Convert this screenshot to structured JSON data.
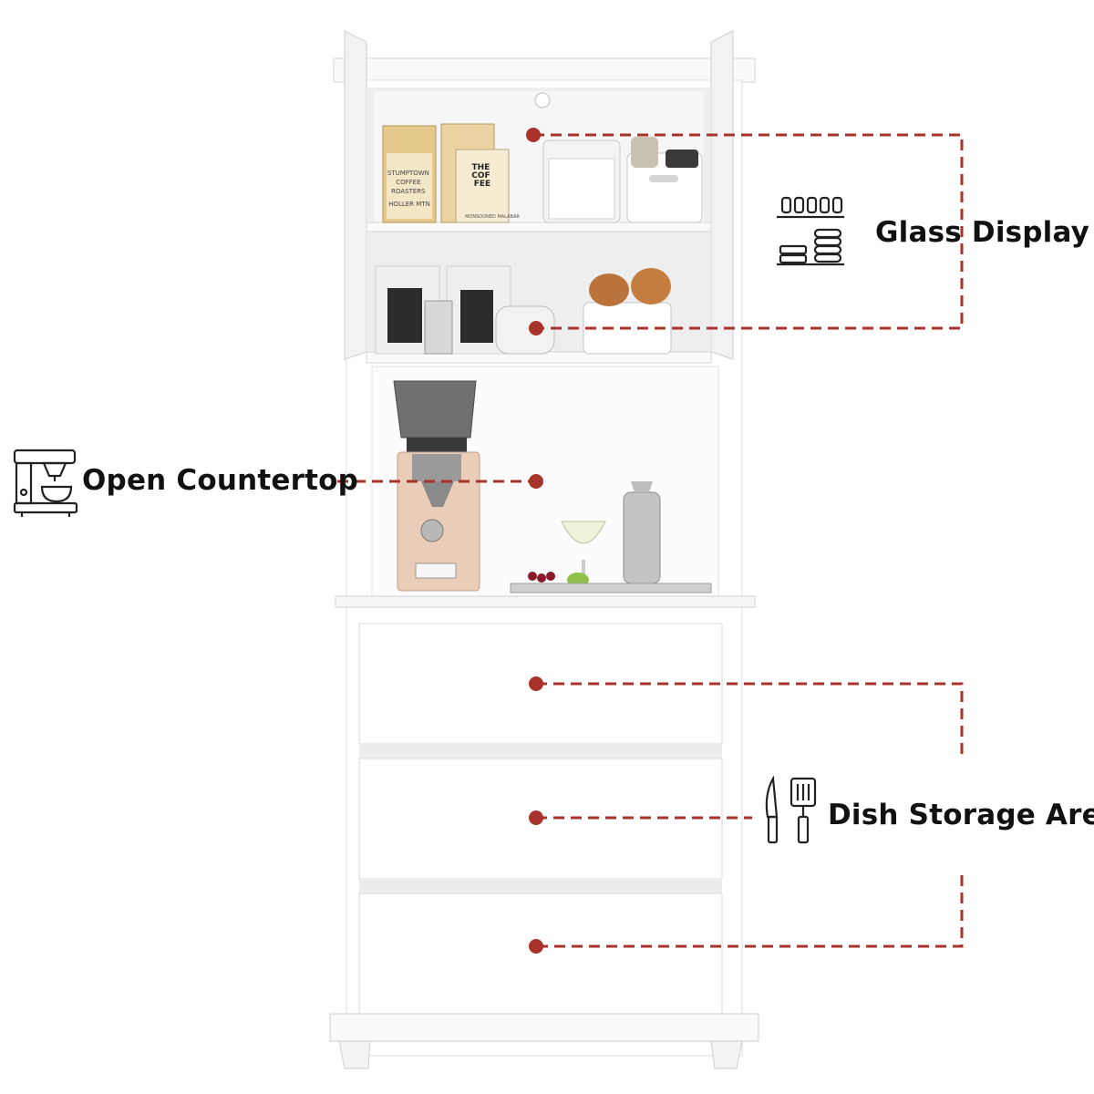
{
  "callouts": {
    "glass_display": {
      "label": "Glass Display",
      "icon": "dish-rack-icon"
    },
    "open_countertop": {
      "label": "Open Countertop",
      "icon": "coffee-machine-icon"
    },
    "dish_storage": {
      "label": "Dish Storage Area",
      "icon": "knife-spatula-icon"
    }
  },
  "product_text": {
    "coffee_bag_1": [
      "STUMPTOWN",
      "COFFEE",
      "ROASTERS",
      "HOLLER MTN"
    ],
    "coffee_bag_2": [
      "THE",
      "COF",
      "FEE"
    ],
    "coffee_bag_2_footer": "MONSOONED MALABAR"
  },
  "colors": {
    "marker": "#a8332b",
    "leader_line": "#a8332b",
    "cabinet": "#ffffff",
    "cabinet_shadow": "#e4e4e4",
    "label_text": "#111111"
  }
}
